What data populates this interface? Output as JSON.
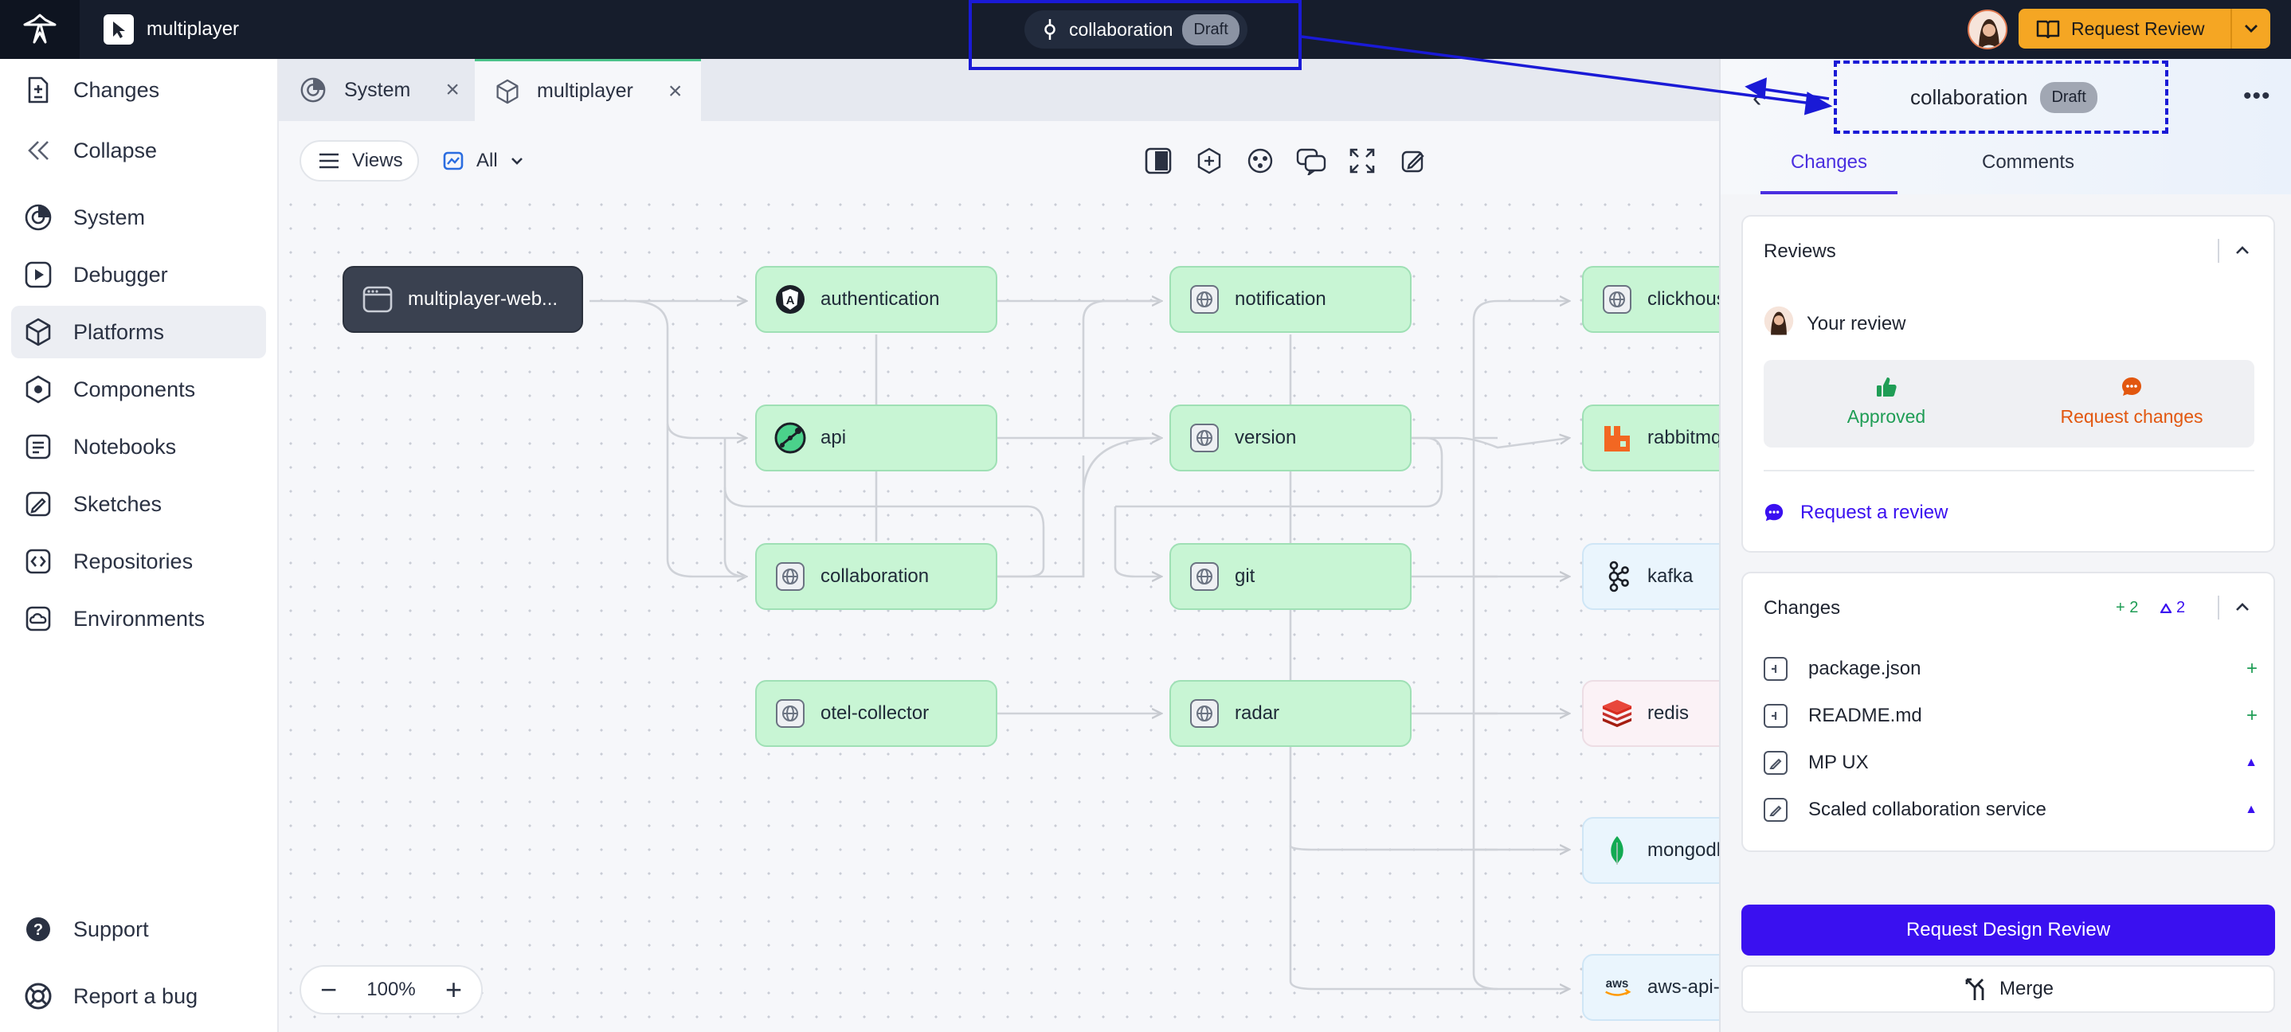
{
  "topbar": {
    "project_name": "multiplayer",
    "branch_name": "collaboration",
    "branch_badge": "Draft",
    "request_review_label": "Request Review"
  },
  "sidebar": {
    "items": [
      {
        "label": "Changes",
        "icon": "changes-icon"
      },
      {
        "label": "Collapse",
        "icon": "collapse-icon"
      },
      {
        "label": "System",
        "icon": "system-icon"
      },
      {
        "label": "Debugger",
        "icon": "debugger-icon"
      },
      {
        "label": "Platforms",
        "icon": "platforms-icon",
        "active": true
      },
      {
        "label": "Components",
        "icon": "components-icon"
      },
      {
        "label": "Notebooks",
        "icon": "notebooks-icon"
      },
      {
        "label": "Sketches",
        "icon": "sketches-icon"
      },
      {
        "label": "Repositories",
        "icon": "repositories-icon"
      },
      {
        "label": "Environments",
        "icon": "environments-icon"
      }
    ],
    "footer": [
      {
        "label": "Support",
        "icon": "help-icon"
      },
      {
        "label": "Report a bug",
        "icon": "lifebuoy-icon"
      }
    ]
  },
  "tabs": [
    {
      "label": "System",
      "active": false
    },
    {
      "label": "multiplayer",
      "active": true
    }
  ],
  "toolbar": {
    "views_label": "Views",
    "filter_label": "All"
  },
  "graph": {
    "nodes": [
      {
        "id": "web",
        "label": "multiplayer-web...",
        "style": "dark"
      },
      {
        "id": "authentication",
        "label": "authentication",
        "icon": "angular-icon"
      },
      {
        "id": "api",
        "label": "api",
        "icon": "graphql-icon"
      },
      {
        "id": "collaboration",
        "label": "collaboration",
        "icon": "service-globe-icon"
      },
      {
        "id": "otel",
        "label": "otel-collector",
        "icon": "service-globe-icon"
      },
      {
        "id": "notification",
        "label": "notification",
        "icon": "service-globe-icon"
      },
      {
        "id": "version",
        "label": "version",
        "icon": "service-globe-icon"
      },
      {
        "id": "git",
        "label": "git",
        "icon": "service-globe-icon"
      },
      {
        "id": "radar",
        "label": "radar",
        "icon": "service-globe-icon"
      },
      {
        "id": "clickhouse",
        "label": "clickhous",
        "icon": "service-globe-icon"
      },
      {
        "id": "rabbitmq",
        "label": "rabbitmq",
        "icon": "rabbitmq-icon"
      },
      {
        "id": "kafka",
        "label": "kafka",
        "icon": "kafka-icon",
        "style": "blue"
      },
      {
        "id": "redis",
        "label": "redis",
        "icon": "redis-icon",
        "style": "pink"
      },
      {
        "id": "mongodb",
        "label": "mongodb",
        "icon": "mongodb-icon",
        "style": "blue"
      },
      {
        "id": "aws",
        "label": "aws-api-",
        "icon": "aws-icon",
        "style": "blue"
      }
    ],
    "zoom": "100%"
  },
  "panel": {
    "title": "collaboration",
    "badge": "Draft",
    "tabs": [
      "Changes",
      "Comments"
    ],
    "reviews": {
      "heading": "Reviews",
      "your_review": "Your review",
      "approved_label": "Approved",
      "request_changes_label": "Request changes",
      "request_review_link": "Request a review"
    },
    "changes": {
      "heading": "Changes",
      "added_count": "+ 2",
      "modified_count": "2",
      "files": [
        {
          "name": "package.json",
          "kind": "file-icon",
          "status": "+"
        },
        {
          "name": "README.md",
          "kind": "file-icon",
          "status": "+"
        },
        {
          "name": "MP UX",
          "kind": "sketch-icon",
          "status": "▲"
        },
        {
          "name": "Scaled collaboration service",
          "kind": "sketch-icon",
          "status": "▲"
        }
      ]
    },
    "design_review_label": "Request Design Review",
    "merge_label": "Merge"
  },
  "colors": {
    "accent": "#3a10f0",
    "review_orange": "#f5a623",
    "node_green": "#c8f5d4",
    "approved": "#1f9d55",
    "request_changes": "#e2570f",
    "annotation": "#1a1ad6"
  }
}
